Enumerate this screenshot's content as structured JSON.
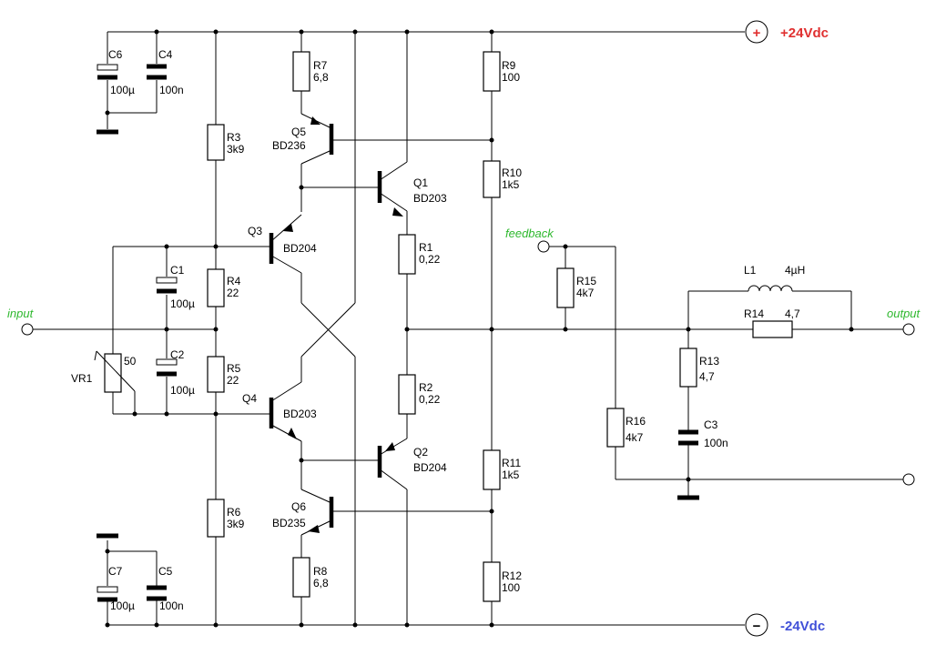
{
  "supply": {
    "positive": "+24Vdc",
    "negative": "-24Vdc",
    "plus_symbol": "+",
    "minus_symbol": "−"
  },
  "ports": {
    "input": "input",
    "output": "output",
    "feedback": "feedback"
  },
  "capacitors": [
    {
      "ref": "C6",
      "value": "100µ"
    },
    {
      "ref": "C4",
      "value": "100n"
    },
    {
      "ref": "C1",
      "value": "100µ"
    },
    {
      "ref": "C2",
      "value": "100µ"
    },
    {
      "ref": "C7",
      "value": "100µ"
    },
    {
      "ref": "C5",
      "value": "100n"
    },
    {
      "ref": "C3",
      "value": "100n"
    }
  ],
  "resistors": [
    {
      "ref": "R7",
      "value": "6,8"
    },
    {
      "ref": "R3",
      "value": "3k9"
    },
    {
      "ref": "R4",
      "value": "22"
    },
    {
      "ref": "R5",
      "value": "22"
    },
    {
      "ref": "R6",
      "value": "3k9"
    },
    {
      "ref": "R8",
      "value": "6,8"
    },
    {
      "ref": "R9",
      "value": "100"
    },
    {
      "ref": "R10",
      "value": "1k5"
    },
    {
      "ref": "R1",
      "value": "0,22"
    },
    {
      "ref": "R2",
      "value": "0,22"
    },
    {
      "ref": "R11",
      "value": "1k5"
    },
    {
      "ref": "R12",
      "value": "100"
    },
    {
      "ref": "R15",
      "value": "4k7"
    },
    {
      "ref": "R16",
      "value": "4k7"
    },
    {
      "ref": "R13",
      "value": "4,7"
    },
    {
      "ref": "R14",
      "value": "4,7"
    }
  ],
  "transistors": [
    {
      "ref": "Q5",
      "type": "BD236"
    },
    {
      "ref": "Q1",
      "type": "BD203"
    },
    {
      "ref": "Q3",
      "type": "BD204"
    },
    {
      "ref": "Q4",
      "type": "BD203"
    },
    {
      "ref": "Q2",
      "type": "BD204"
    },
    {
      "ref": "Q6",
      "type": "BD235"
    }
  ],
  "trimmer": {
    "ref": "VR1",
    "value": "50"
  },
  "inductor": {
    "ref": "L1",
    "value": "4µH"
  }
}
